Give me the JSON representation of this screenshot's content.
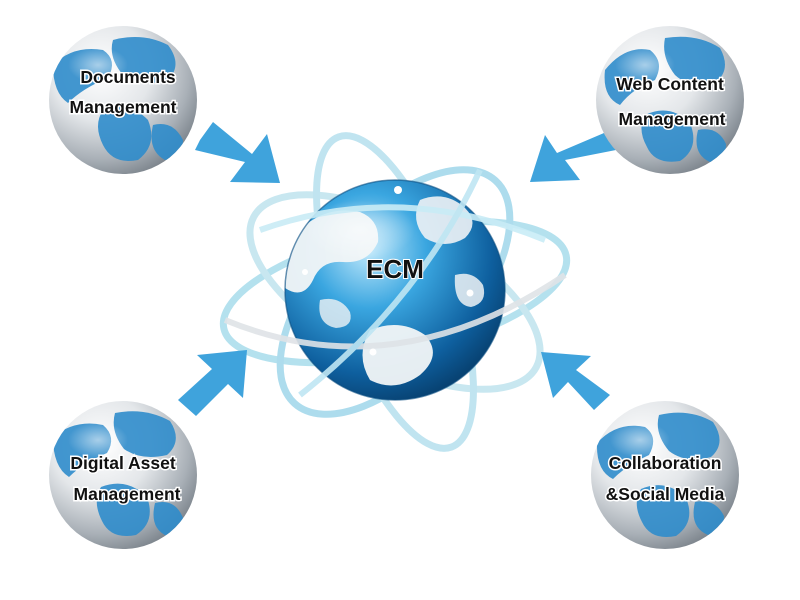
{
  "diagram": {
    "center": {
      "label": "ECM"
    },
    "nodes": [
      {
        "id": "documents",
        "line1": "Documents",
        "line2": "Management"
      },
      {
        "id": "web-content",
        "line1": "Web Content",
        "line2": "Management"
      },
      {
        "id": "digital-asset",
        "line1": "Digital Asset",
        "line2": "Management"
      },
      {
        "id": "collaboration",
        "line1": "Collaboration",
        "line2": "&Social Media"
      }
    ],
    "colors": {
      "arrow": "#3fa3dc",
      "orbit": "#8fd3e8",
      "globe_blue": "#1f86c8",
      "globe_silver": "#c8cdd2",
      "continent": "#3a8fc4"
    }
  }
}
